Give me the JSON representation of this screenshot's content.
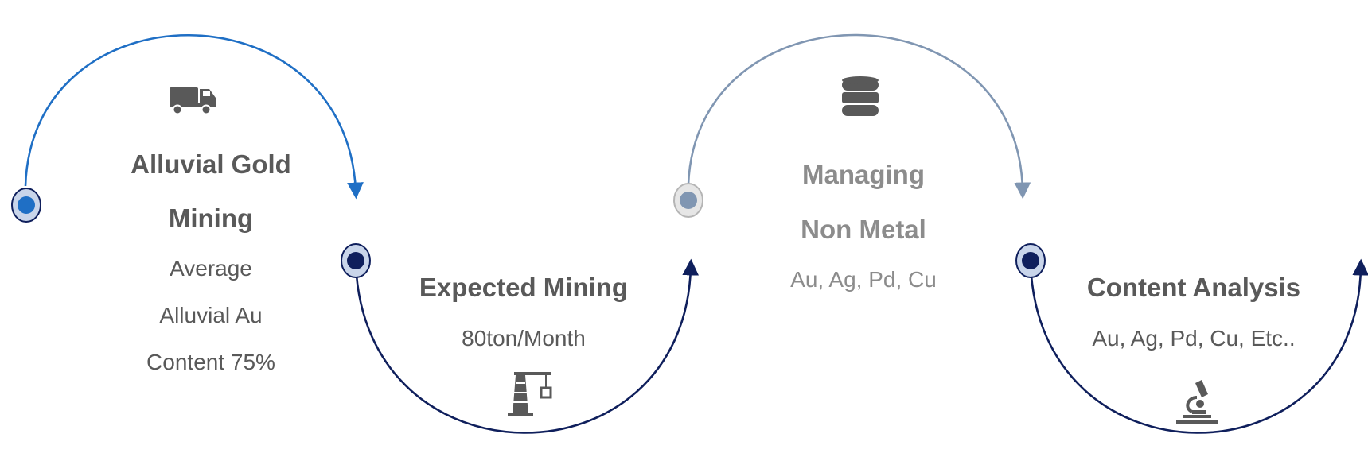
{
  "steps": [
    {
      "title_lines": [
        "Alluvial Gold",
        "Mining"
      ],
      "details": [
        "Average",
        "Alluvial Au",
        "Content 75%"
      ],
      "icon": "dump-truck-icon",
      "arc_color": "#1f6fc5",
      "node_fill": "#1f6fc5",
      "node_ring": "#c9d5ea"
    },
    {
      "title_lines": [
        "Expected Mining"
      ],
      "details": [
        "80ton/Month"
      ],
      "icon": "mining-crane-icon",
      "arc_color": "#0f1f5c",
      "node_fill": "#0f1f5c",
      "node_ring": "#c9d5ea"
    },
    {
      "title_lines": [
        "Managing",
        "Non Metal"
      ],
      "details": [
        "Au, Ag, Pd, Cu"
      ],
      "icon": "database-icon",
      "arc_color": "#8096b2",
      "node_fill": "#8096b2",
      "node_ring": "#dcdcdc"
    },
    {
      "title_lines": [
        "Content Analysis"
      ],
      "details": [
        "Au, Ag, Pd, Cu, Etc.."
      ],
      "icon": "microscope-icon",
      "arc_color": "#0f1f5c",
      "node_fill": "#0f1f5c",
      "node_ring": "#c9d5ea"
    }
  ]
}
